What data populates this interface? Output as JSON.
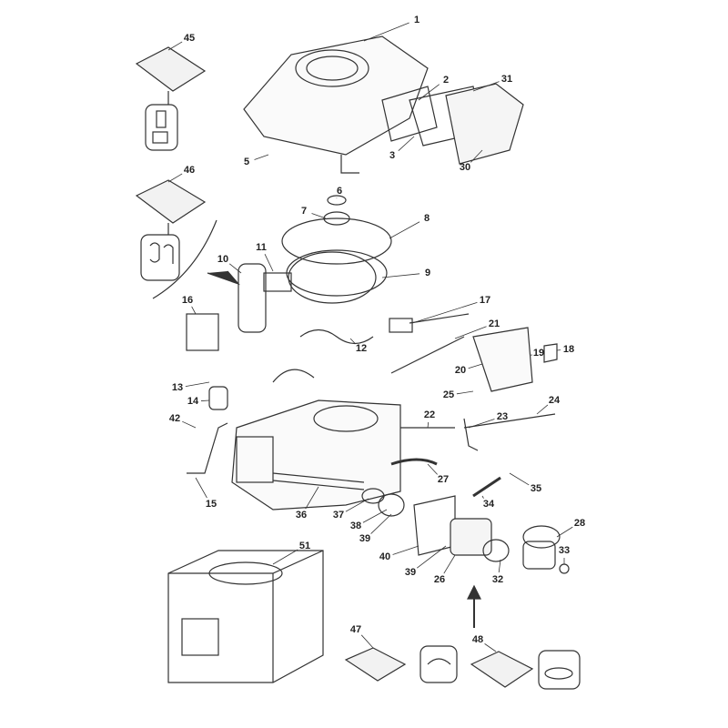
{
  "title": "Engine exploded parts diagram",
  "line_color": "#333333",
  "part_labels": [
    "45",
    "1",
    "2",
    "31",
    "5",
    "3",
    "30",
    "46",
    "6",
    "7",
    "8",
    "11",
    "10",
    "9",
    "17",
    "16",
    "21",
    "12",
    "18",
    "19",
    "20",
    "13",
    "25",
    "24",
    "14",
    "22",
    "23",
    "42",
    "27",
    "35",
    "15",
    "36",
    "37",
    "34",
    "38",
    "28",
    "39",
    "40",
    "33",
    "51",
    "39",
    "26",
    "32",
    "47",
    "48"
  ]
}
